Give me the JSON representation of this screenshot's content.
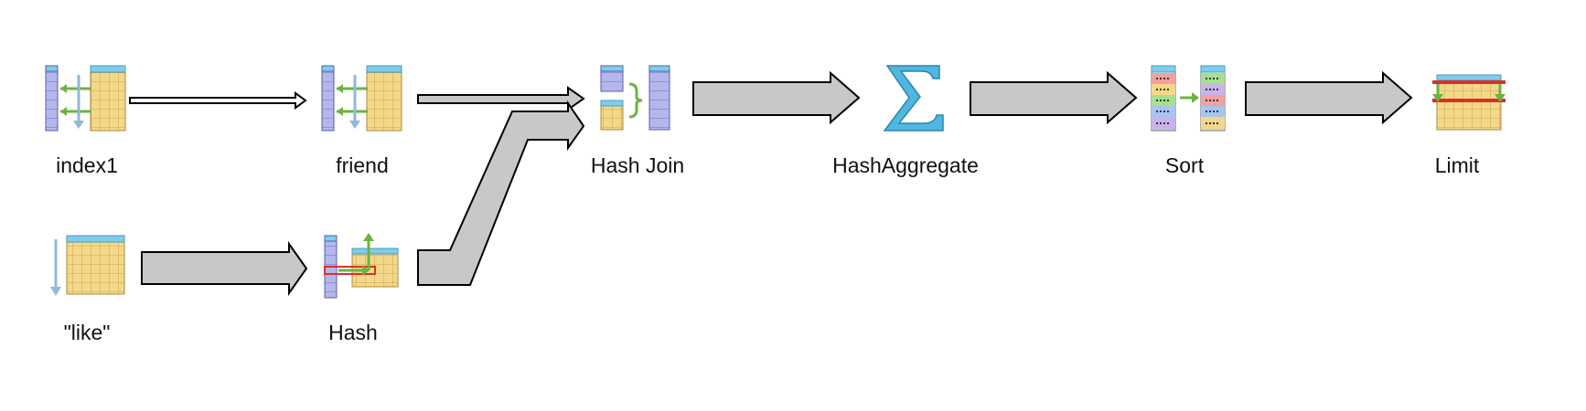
{
  "plan": {
    "nodes": {
      "index1": "index1",
      "friend": "friend",
      "hash_join": "Hash Join",
      "hash_aggregate": "HashAggregate",
      "sort": "Sort",
      "limit": "Limit",
      "like": "\"like\"",
      "hash": "Hash"
    },
    "icons": {
      "index1": "index-scan-icon",
      "friend": "index-scan-icon",
      "hash_join": "hash-join-icon",
      "hash_aggregate": "sigma-aggregate-icon",
      "sort": "sort-icon",
      "limit": "limit-icon",
      "like": "seq-scan-icon",
      "hash": "hash-icon"
    },
    "colors": {
      "arrow_fill": "#c8c8c8",
      "table_yellow": "#f3d889",
      "table_header_blue": "#7fcdea",
      "index_purple": "#9fa3df",
      "sigma_blue": "#4fb7e0",
      "green_arrow": "#6cb33f",
      "limit_red": "#d9302a"
    }
  }
}
